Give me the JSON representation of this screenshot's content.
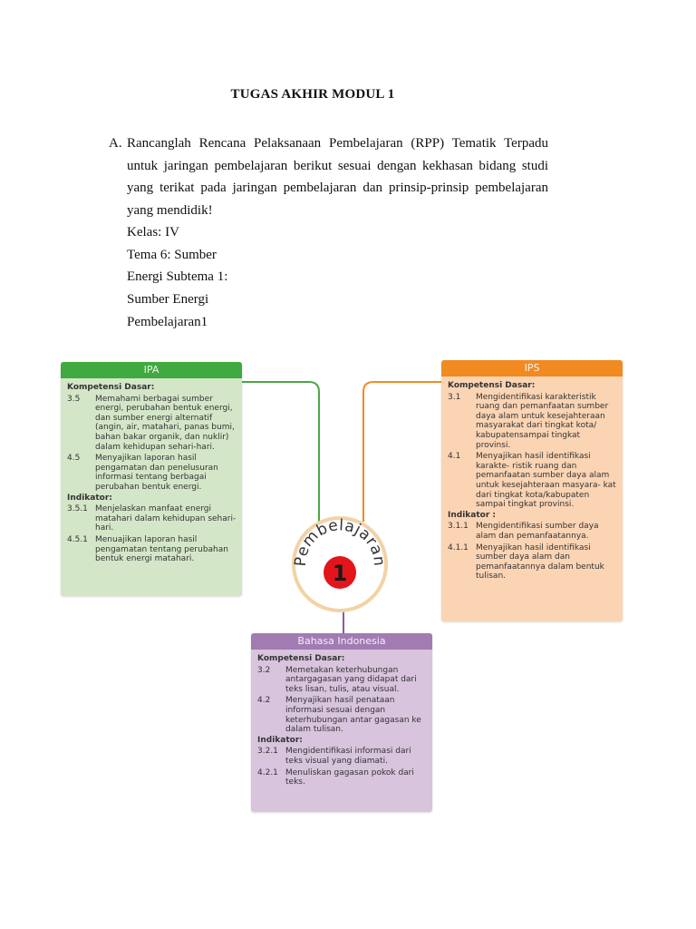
{
  "document": {
    "title": "TUGAS AKHIR MODUL 1",
    "task_marker": "A.",
    "task_lines": [
      "Rancanglah Rencana Pelaksanaan Pembelajaran (RPP) Tematik Terpadu",
      "untuk jaringan pembelajaran berikut sesuai dengan kekhasan bidang studi",
      "yang terikat pada jaringan pembelajaran dan prinsip-prinsip pembelajaran",
      "yang mendidik!"
    ],
    "meta_lines": [
      "Kelas: IV",
      "Tema 6: Sumber",
      "Energi Subtema 1:",
      "Sumber Energi",
      "Pembelajaran1"
    ]
  },
  "mindmap": {
    "center": {
      "label": "Pembelajaran",
      "number": "1"
    },
    "colors": {
      "ipa": "#3faa3f",
      "ips": "#f28a22",
      "bahasa": "#a27bb2",
      "center_ring": "#f2d3a6",
      "center_dot": "#e3151b"
    },
    "ipa": {
      "title": "IPA",
      "kd_heading": "Kompetensi Dasar:",
      "kd_items": [
        {
          "code": "3.5",
          "text": "Memahami berbagai sumber energi, perubahan bentuk energi, dan sumber energi alternatif (angin, air, matahari, panas bumi, bahan bakar organik, dan nuklir) dalam kehidupan sehari-hari."
        },
        {
          "code": "4.5",
          "text": "Menyajikan laporan hasil pengamatan dan penelusuran informasi tentang berbagai perubahan bentuk energi."
        }
      ],
      "ind_heading": "Indikator:",
      "ind_items": [
        {
          "code": "3.5.1",
          "text": "Menjelaskan manfaat energi matahari dalam kehidupan sehari-hari."
        },
        {
          "code": "4.5.1",
          "text": "Menuajikan laporan hasil pengamatan tentang perubahan bentuk  energi matahari."
        }
      ]
    },
    "ips": {
      "title": "IPS",
      "kd_heading": "Kompetensi Dasar:",
      "kd_items": [
        {
          "code": "3.1",
          "text": "Mengidentifikasi karakteristik ruang dan pemanfaatan sumber daya alam untuk kesejahteraan masyarakat dari tingkat kota/ kabupatensampai tingkat provinsi."
        },
        {
          "code": "4.1",
          "text": "Menyajikan hasil identifikasi karakte- ristik ruang dan pemanfaatan sumber daya alam untuk kesejahteraan masyara- kat dari tingkat kota/kabupaten sampai tingkat provinsi."
        }
      ],
      "ind_heading": "Indikator :",
      "ind_items": [
        {
          "code": "3.1.1",
          "text": "Mengidentifikasi sumber daya  alam dan pemanfaatannya."
        },
        {
          "code": "4.1.1",
          "text": "Menyajikan hasil identifikasi sumber daya alam dan pemanfaatannya dalam bentuk tulisan."
        }
      ]
    },
    "bahasa": {
      "title": "Bahasa Indonesia",
      "kd_heading": "Kompetensi Dasar:",
      "kd_items": [
        {
          "code": "3.2",
          "text": "Memetakan keterhubungan antargagasan yang didapat dari teks lisan, tulis, atau visual."
        },
        {
          "code": "4.2",
          "text": "Menyajikan hasil penataan informasi sesuai dengan keterhubungan antar gagasan ke dalam tulisan."
        }
      ],
      "ind_heading": "Indikator:",
      "ind_items": [
        {
          "code": "3.2.1",
          "text": "Mengidentifikasi informasi dari teks visual yang diamati."
        },
        {
          "code": "4.2.1",
          "text": "Menuliskan gagasan pokok dari teks."
        }
      ]
    }
  }
}
